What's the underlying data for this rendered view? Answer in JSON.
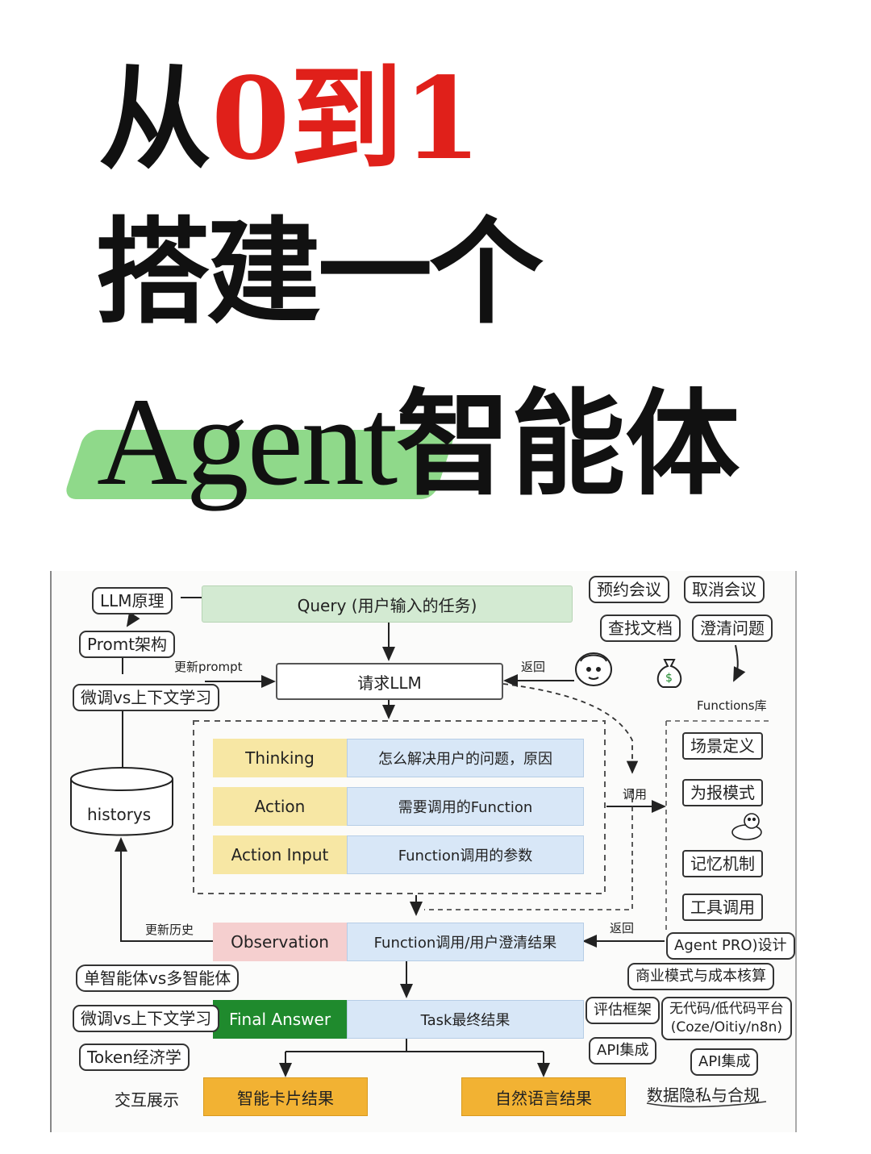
{
  "title": {
    "line1_prefix": "从",
    "line1_highlight": "0到1",
    "line2": "搭建一个",
    "line3_latin": "Agent",
    "line3_cjk": "智能体"
  },
  "colors": {
    "title_red": "#e0201a",
    "highlight_green": "#8fd98a",
    "query_green": "#d3ead2",
    "thinking_yellow": "#f7e7a4",
    "content_blue": "#d8e7f7",
    "observation_pink": "#f5cfcf",
    "final_answer_green": "#1f8a2d",
    "output_orange": "#f2b233"
  },
  "diagram": {
    "query": "Query (用户输入的任务)",
    "request_llm": "请求LLM",
    "rows": [
      {
        "label": "Thinking",
        "content": "怎么解决用户的问题，原因"
      },
      {
        "label": "Action",
        "content": "需要调用的Function"
      },
      {
        "label": "Action Input",
        "content": "Function调用的参数"
      }
    ],
    "observation": {
      "label": "Observation",
      "content": "Function调用/用户澄清结果"
    },
    "final_answer": {
      "label": "Final Answer",
      "content": "Task最终结果"
    },
    "outputs": {
      "card": "智能卡片结果",
      "natural": "自然语言结果"
    },
    "historys": "historys",
    "left_tags": [
      "LLM原理",
      "Promt架构",
      "微调vs上下文学习"
    ],
    "left_bottom_tags": [
      "单智能体vs多智能体",
      "微调vs上下文学习",
      "Token经济学"
    ],
    "interaction_label": "交互展示",
    "edge_labels": {
      "update_prompt": "更新prompt",
      "return_top": "返回",
      "call": "调用",
      "update_history": "更新历史",
      "return_bottom": "返回"
    },
    "top_right_tags": [
      "预约会议",
      "取消会议",
      "查找文档",
      "澄清问题"
    ],
    "functions_title": "Functions库",
    "functions": [
      "场景定义",
      "为报模式",
      "记忆机制",
      "工具调用"
    ],
    "right_bottom_tags": [
      "Agent PRO)设计",
      "商业模式与成本核算",
      "评估框架",
      "无代码/低代码平台\n(Coze/Oitiy/n8n)",
      "API集成",
      "API集成"
    ],
    "privacy": "数据隐私与合规",
    "icons": [
      "person-icon",
      "money-bag-icon",
      "snowman-icon",
      "history-database-icon"
    ]
  }
}
